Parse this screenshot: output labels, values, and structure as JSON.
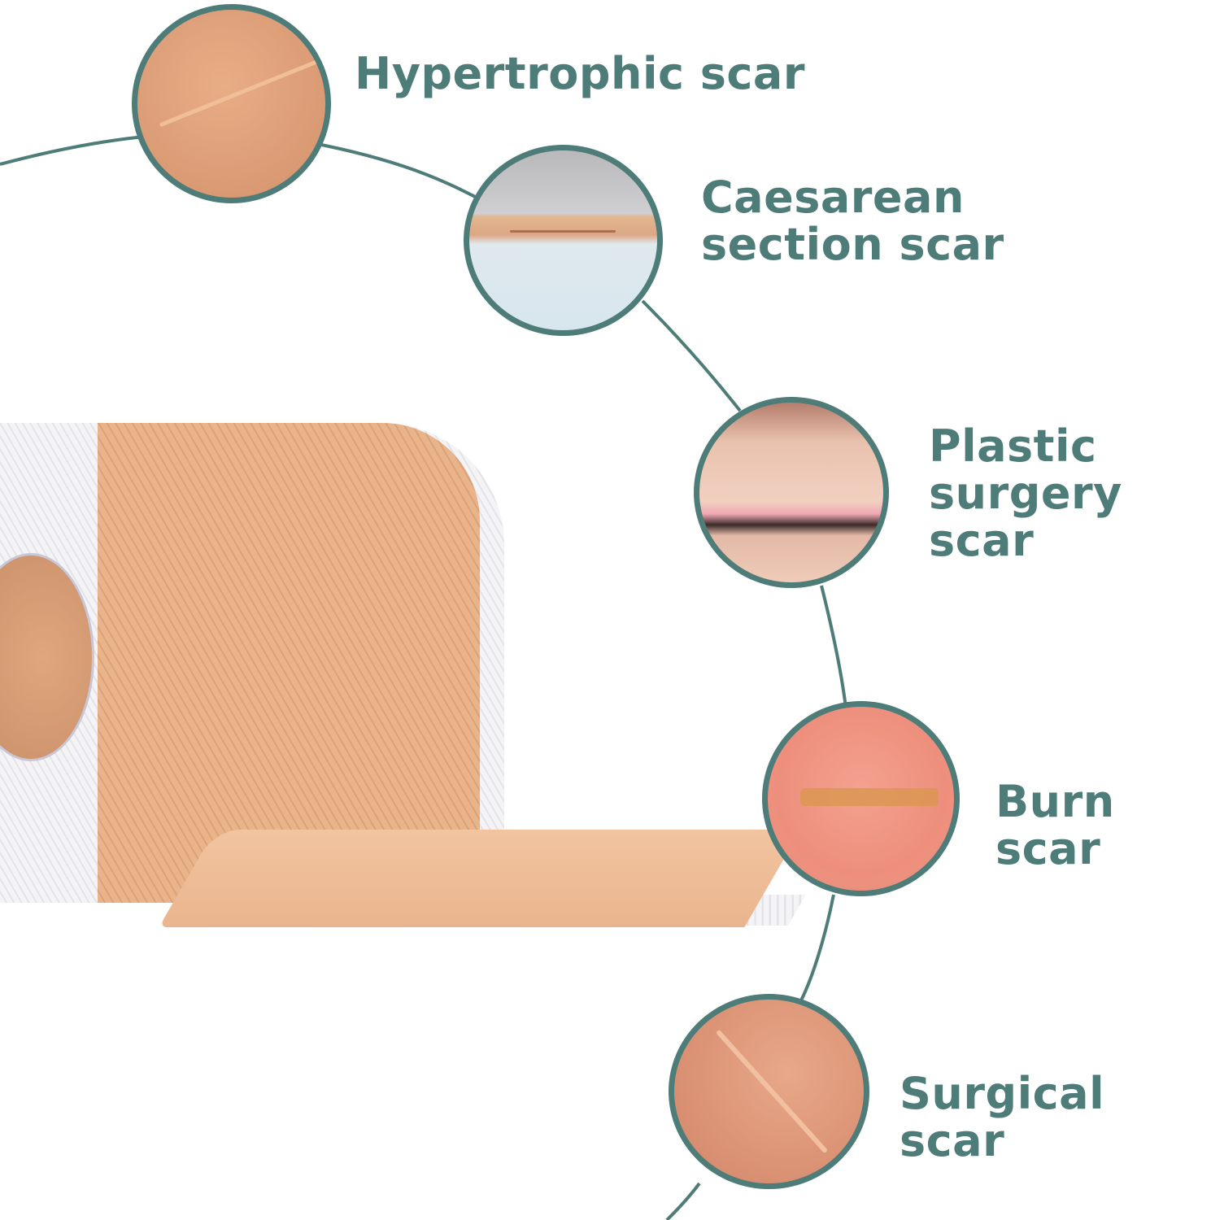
{
  "product": {
    "name": "silicone scar tape roll",
    "colors": {
      "accent": "#4e7c78",
      "tape": "#e5b08a",
      "liner": "#f2f2f4"
    }
  },
  "scar_types": [
    {
      "label": "Hypertrophic scar",
      "image": "hypertrophic-scar-photo"
    },
    {
      "label": "Caesarean\nsection scar",
      "image": "caesarean-scar-photo"
    },
    {
      "label": "Plastic\nsurgery\nscar",
      "image": "eyelid-surgery-scar-photo"
    },
    {
      "label": "Burn scar",
      "image": "burn-scar-photo"
    },
    {
      "label": "Surgical scar",
      "image": "surgical-scar-photo"
    }
  ]
}
